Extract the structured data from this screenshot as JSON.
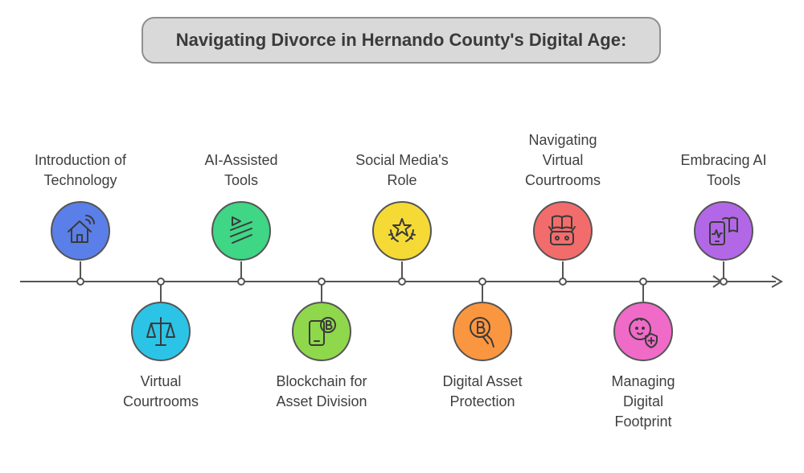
{
  "title": "Navigating Divorce in Hernando County's Digital Age:",
  "milestones": [
    {
      "lines": [
        "Introduction of",
        "Technology"
      ],
      "icon": "smart-home-icon",
      "color": "#5b7fe8"
    },
    {
      "lines": [
        "Virtual",
        "Courtrooms"
      ],
      "icon": "scales-icon",
      "color": "#2cc4e6"
    },
    {
      "lines": [
        "AI-Assisted",
        "Tools"
      ],
      "icon": "ai-lines-icon",
      "color": "#3fd686"
    },
    {
      "lines": [
        "Blockchain for",
        "Asset Division"
      ],
      "icon": "phone-bitcoin-icon",
      "color": "#8fd84c"
    },
    {
      "lines": [
        "Social Media's",
        "Role"
      ],
      "icon": "star-laurel-icon",
      "color": "#f5da36"
    },
    {
      "lines": [
        "Digital Asset",
        "Protection"
      ],
      "icon": "bitcoin-hand-icon",
      "color": "#fb9640"
    },
    {
      "lines": [
        "Navigating",
        "Virtual",
        "Courtrooms"
      ],
      "icon": "book-robot-icon",
      "color": "#f36c6c"
    },
    {
      "lines": [
        "Managing",
        "Digital",
        "Footprint"
      ],
      "icon": "baby-shield-icon",
      "color": "#f06bc8"
    },
    {
      "lines": [
        "Embracing AI",
        "Tools"
      ],
      "icon": "tablet-book-icon",
      "color": "#b268e6"
    }
  ]
}
